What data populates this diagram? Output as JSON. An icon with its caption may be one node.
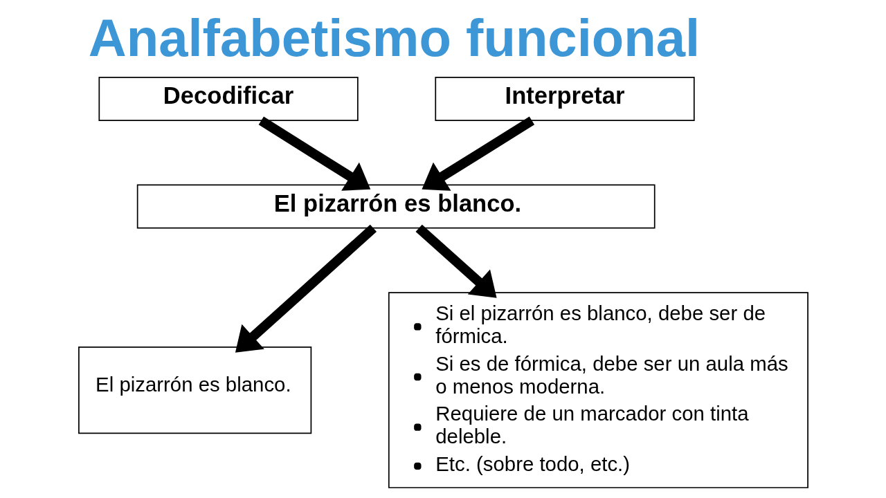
{
  "diagram": {
    "title": "Analfabetismo funcional",
    "nodes": [
      {
        "text": [
          "Decodificar"
        ]
      },
      {
        "text": [
          "Interpretar"
        ]
      },
      {
        "text": [
          "El pizarrón es blanco."
        ]
      },
      {
        "text": [
          "El pizarrón es blanco."
        ]
      },
      {
        "text": [
          "Si el pizarrón es blanco, debe ser de fórmica.",
          "Si es de fórmica, debe ser un aula más o menos moderna.",
          "Requiere de un marcador con tinta deleble.",
          "Etc. (sobre todo, etc.)"
        ]
      }
    ],
    "edges": [
      {
        "from": 0,
        "to": 2,
        "arrow": "to"
      },
      {
        "from": 1,
        "to": 2,
        "arrow": "to"
      },
      {
        "from": 2,
        "to": 3,
        "arrow": "to"
      },
      {
        "from": 2,
        "to": 4,
        "arrow": "to"
      }
    ]
  }
}
